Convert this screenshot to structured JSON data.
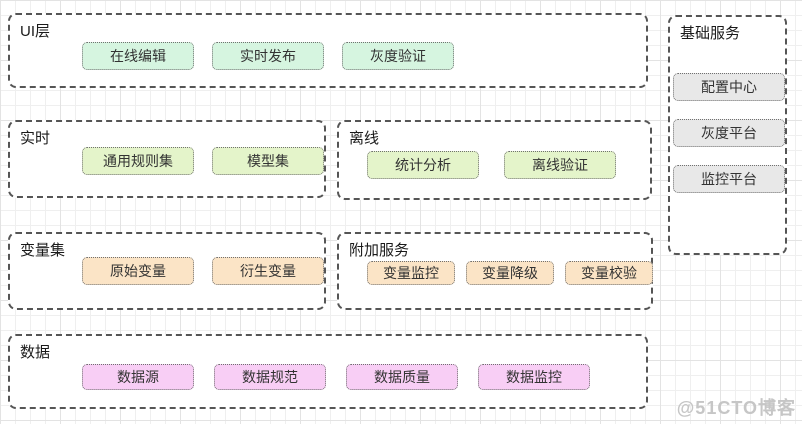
{
  "watermark": "@51CTO博客",
  "colors": {
    "chip_green": "#d6f5e0",
    "chip_lime": "#e4f4ca",
    "chip_orange": "#fbe4c6",
    "chip_pink": "#f8cef5",
    "chip_gray": "#e8e8e8",
    "container_border": "#555555",
    "grid_line": "#ececec"
  },
  "groups": [
    {
      "id": "ui-layer",
      "title": "UI层",
      "items": [
        "在线编辑",
        "实时发布",
        "灰度验证"
      ]
    },
    {
      "id": "realtime",
      "title": "实时",
      "items": [
        "通用规则集",
        "模型集"
      ]
    },
    {
      "id": "offline",
      "title": "离线",
      "items": [
        "统计分析",
        "离线验证"
      ]
    },
    {
      "id": "variable-set",
      "title": "变量集",
      "items": [
        "原始变量",
        "衍生变量"
      ]
    },
    {
      "id": "addon-services",
      "title": "附加服务",
      "items": [
        "变量监控",
        "变量降级",
        "变量校验"
      ]
    },
    {
      "id": "data",
      "title": "数据",
      "items": [
        "数据源",
        "数据规范",
        "数据质量",
        "数据监控"
      ]
    },
    {
      "id": "base-services",
      "title": "基础服务",
      "items": [
        "配置中心",
        "灰度平台",
        "监控平台"
      ]
    }
  ]
}
